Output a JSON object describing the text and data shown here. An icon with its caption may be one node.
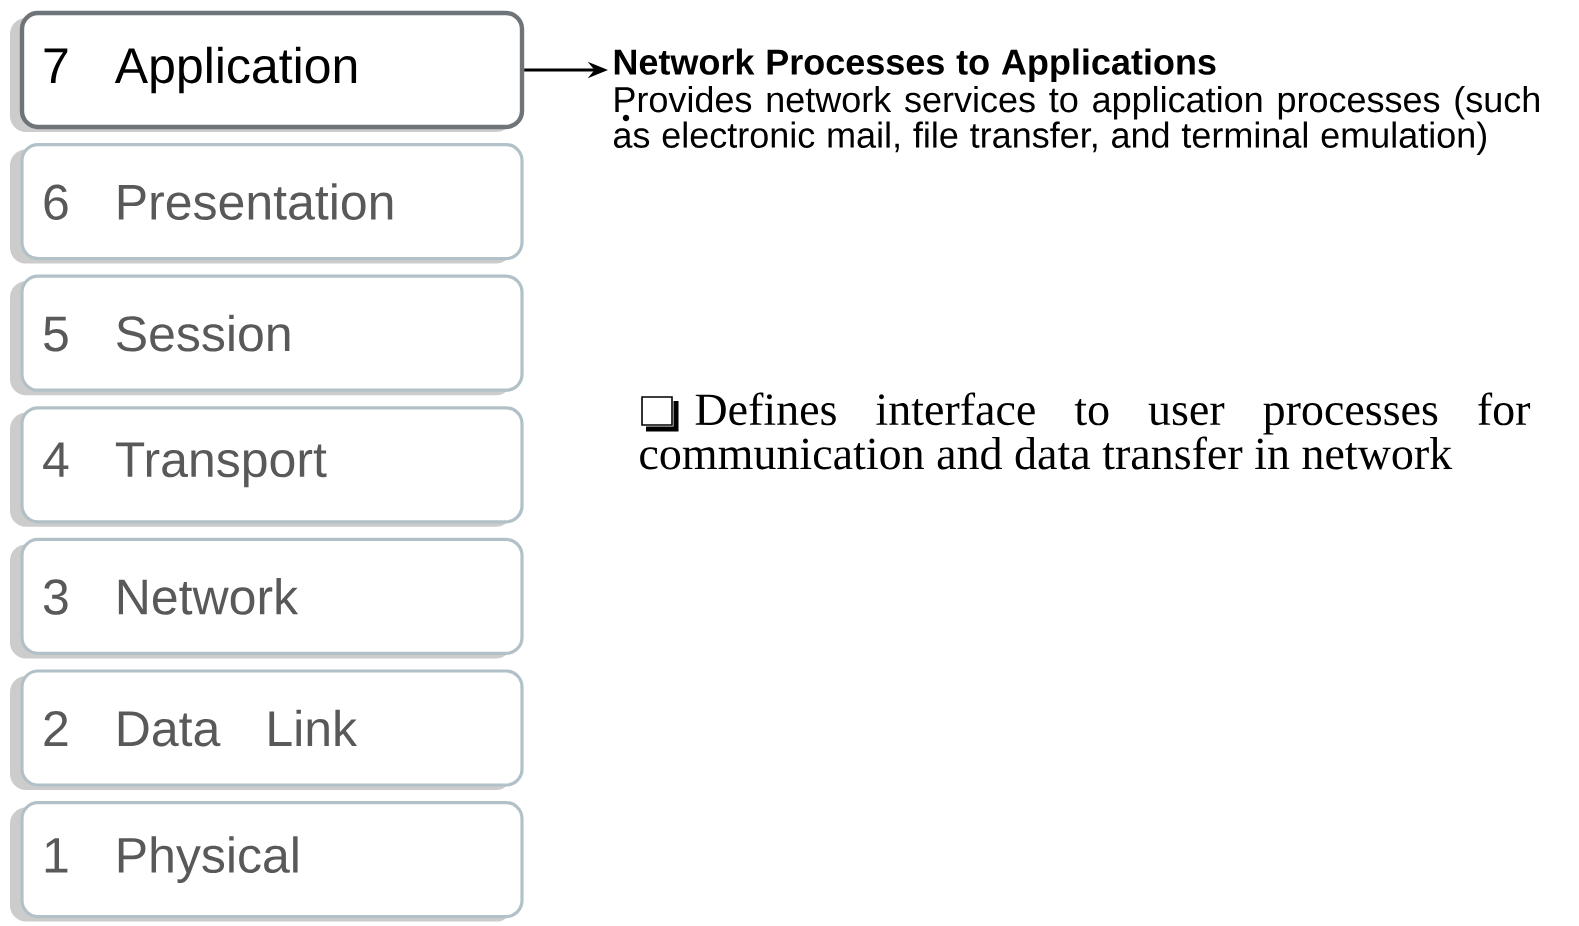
{
  "diagram": {
    "nodes": [
      {
        "text": [
          "7 Application"
        ]
      },
      {
        "text": [
          "6 Presentation"
        ]
      },
      {
        "text": [
          "5 Session"
        ]
      },
      {
        "text": [
          "4 Transport"
        ]
      },
      {
        "text": [
          "3 Network"
        ]
      },
      {
        "text": [
          "2 Data Link"
        ]
      },
      {
        "text": [
          "1 Physical"
        ]
      },
      {
        "text": [
          "Network Processes to Applications",
          "Provides network services to application processes (such as electronic mail, file transfer, and terminal emulation)"
        ]
      }
    ],
    "edges": [
      {
        "from": 0,
        "to": 7,
        "arrow": "to"
      }
    ],
    "labels": [
      "Defines interface to user processes for communication and data transfer in network"
    ]
  }
}
